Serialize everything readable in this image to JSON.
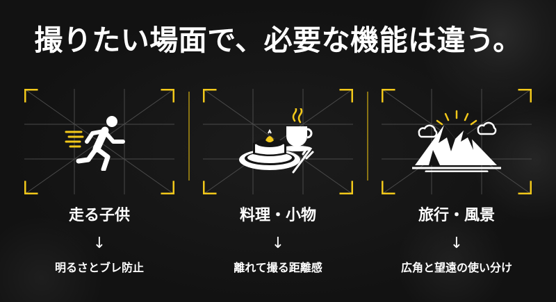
{
  "headline": "撮りたい場面で、必要な機能は違う。",
  "colors": {
    "accent": "#f2c81a",
    "background": "#141414",
    "text": "#ffffff"
  },
  "scenes": [
    {
      "icon": "running-person-icon",
      "label": "走る子供",
      "arrow": "↓",
      "feature": "明るさとブレ防止"
    },
    {
      "icon": "food-dish-icon",
      "label": "料理・小物",
      "arrow": "↓",
      "feature": "離れて撮る距離感"
    },
    {
      "icon": "mountain-landscape-icon",
      "label": "旅行・風景",
      "arrow": "↓",
      "feature": "広角と望遠の使い分け"
    }
  ]
}
